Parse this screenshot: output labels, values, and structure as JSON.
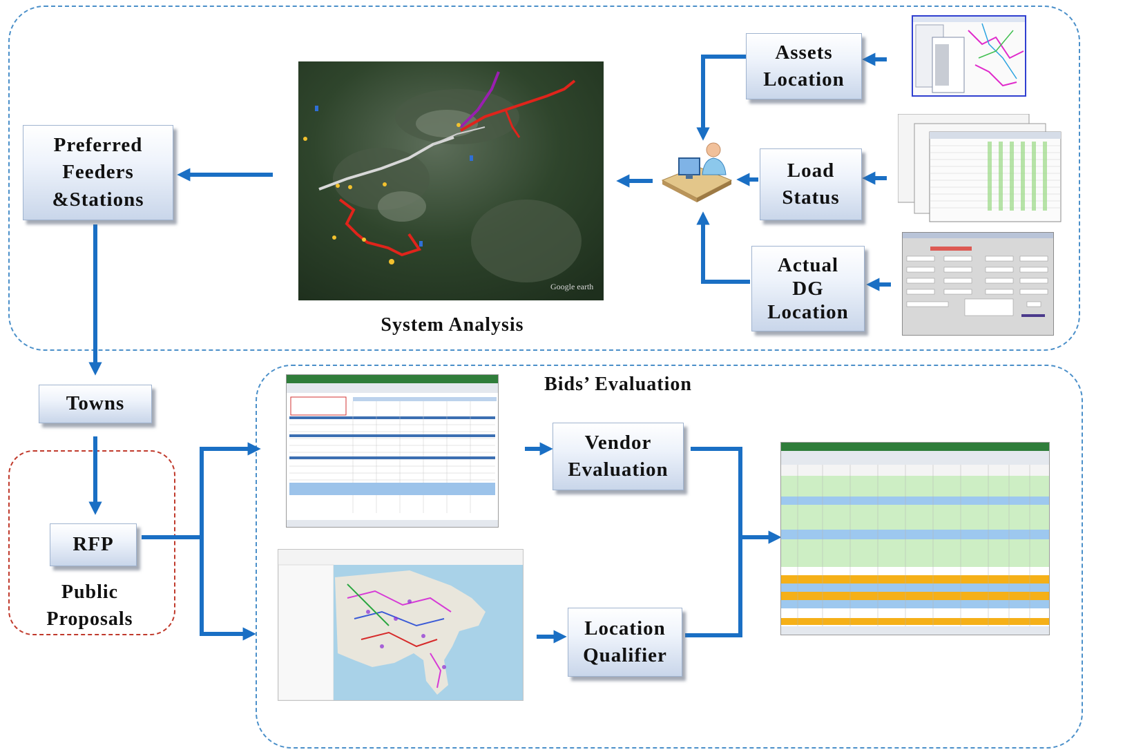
{
  "labels": {
    "preferred": [
      "Preferred",
      "Feeders",
      "&Stations"
    ],
    "assets": [
      "Assets",
      "Location"
    ],
    "load": [
      "Load",
      "Status"
    ],
    "dg": [
      "Actual",
      "DG",
      "Location"
    ],
    "towns": "Towns",
    "rfp": "RFP",
    "public": [
      "Public",
      "Proposals"
    ],
    "vendor": [
      "Vendor",
      "Evaluation"
    ],
    "qualifier": [
      "Location",
      "Qualifier"
    ],
    "system_analysis": "System Analysis",
    "bids_evaluation": "Bids’ Evaluation",
    "map_watermark": "Google earth"
  },
  "colors": {
    "arrow": "#1a6fc4",
    "region_border": "#4a8fc9",
    "public_border": "#c0392b",
    "route_red": "#e0241b",
    "route_purple": "#9a1fb0"
  },
  "icons": [
    "user-at-computer-icon"
  ]
}
